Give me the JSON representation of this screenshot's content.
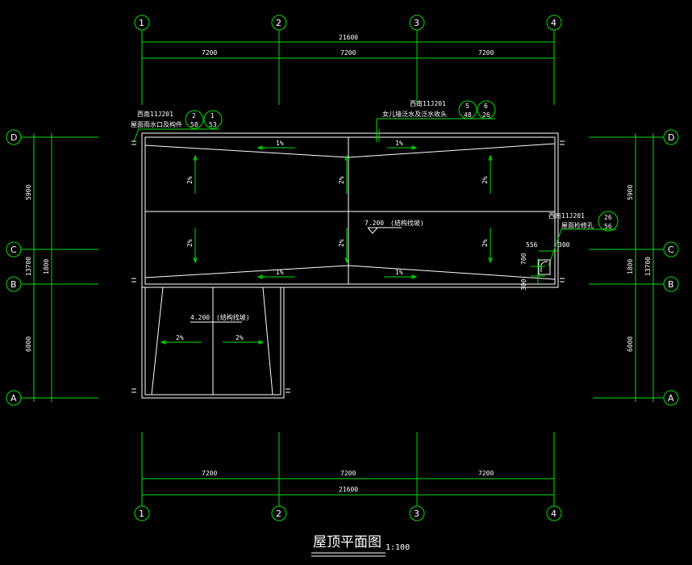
{
  "drawing": {
    "title": "屋顶平面图",
    "scale": "1:100",
    "axes_columns": [
      "1",
      "2",
      "3",
      "4"
    ],
    "axes_rows": [
      "D",
      "C",
      "B",
      "A"
    ],
    "dims_horizontal": {
      "total": "21600",
      "span1": "7200",
      "span2": "7200",
      "span3": "7200"
    },
    "dims_vertical_left": {
      "d_c": "5900",
      "c_b": "1800",
      "b_a": "6000",
      "total": "13700"
    },
    "dims_vertical_right": {
      "d_c": "5900",
      "c_b": "1800",
      "b_a": "6000",
      "total": "13700"
    },
    "callouts": [
      {
        "ref": "西南11J201",
        "text": "屋面雨水口及构件",
        "sheet1": "2",
        "det1": "58",
        "sheet2": "1",
        "det2": "53"
      },
      {
        "ref": "西南11J201",
        "text": "女儿墙泛水及泛水收头",
        "sheet1": "5",
        "det1": "48",
        "sheet2": "6",
        "det2": "26"
      },
      {
        "ref": "西南11J201",
        "text": "屋面检修孔",
        "sheet1": "26",
        "det1": "56"
      }
    ],
    "slopes": {
      "top_left": "1%",
      "top_right": "1%",
      "bottom_left": "1%",
      "bottom_right": "1%",
      "vertical": "2%",
      "annex_left": "2%",
      "annex_right": "2%"
    },
    "elevations": {
      "main": "7.200",
      "main_note": "(结构找坡)",
      "annex": "4.200",
      "annex_note": "(结构找坡)"
    },
    "hatch_dims": {
      "a": "556",
      "b": "300",
      "c": "700",
      "d": "300"
    },
    "colors": {
      "axis": "#00e000",
      "outline": "#ffffff",
      "background": "#000000"
    }
  }
}
